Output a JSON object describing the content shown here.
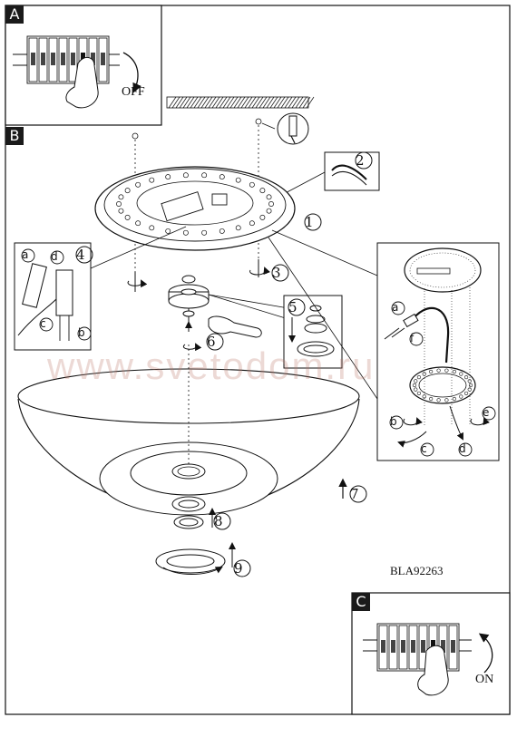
{
  "panels": {
    "a": {
      "letter": "A",
      "state": "OFF"
    },
    "b": {
      "letter": "B"
    },
    "c": {
      "letter": "C",
      "state": "ON"
    }
  },
  "steps": [
    "1",
    "2",
    "3",
    "4",
    "5",
    "6",
    "7",
    "8",
    "9"
  ],
  "sub_labels": {
    "detail4": [
      "a",
      "b",
      "c",
      "d"
    ],
    "detailR": [
      "a",
      "b",
      "c",
      "d",
      "e",
      "f"
    ]
  },
  "model": "BLA92263",
  "watermark": "www.svetodom.ru",
  "colors": {
    "line": "#111111",
    "watermark": "#b97869"
  }
}
